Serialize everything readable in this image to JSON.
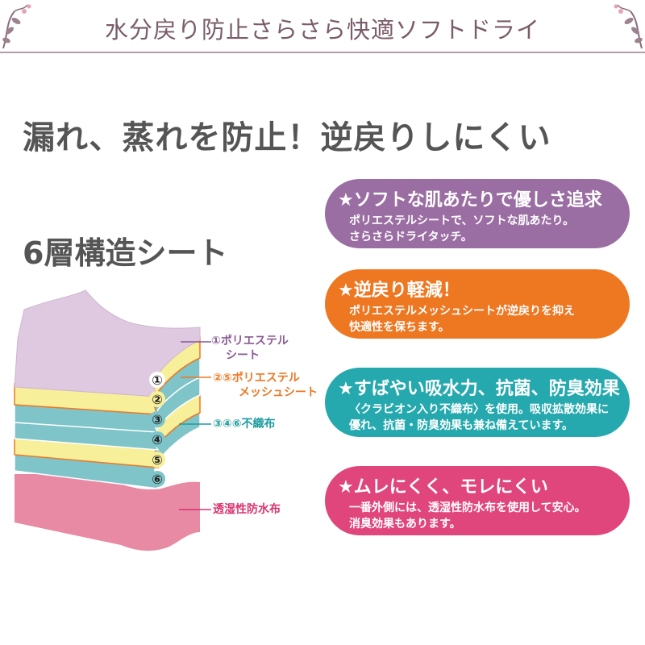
{
  "header": {
    "title": "水分戻り防止さらさら快適ソフトドライ"
  },
  "headline": "漏れ、蒸れを防止！逆戻りしにくい",
  "subheadline": "6層構造シート",
  "diagram": {
    "layer_numbers": [
      "①",
      "②",
      "③",
      "④",
      "⑤",
      "⑥"
    ],
    "labels": {
      "polyester_line1": "①ポリエステル",
      "polyester_line2": "シート",
      "mesh_line1": "②⑤ポリエステル",
      "mesh_line2": "メッシュシート",
      "nonwoven": "③④⑥不織布",
      "waterproof": "透湿性防水布"
    }
  },
  "features": [
    {
      "title": "★ソフトな肌あたりで優しさ追求",
      "desc": [
        "ポリエステルシートで、ソフトな肌あたり。",
        "さらさらドライタッチ。"
      ],
      "color": "#9b6ea3"
    },
    {
      "title": "★逆戻り軽減！",
      "desc": [
        "ポリエステルメッシュシートが逆戻りを抑え",
        "快適性を保ちます。"
      ],
      "color": "#ee7722"
    },
    {
      "title": "★すばやい吸水力、抗菌、防臭効果",
      "desc": [
        "〈クラビオン入り不織布〉を使用。吸収拡散効果に",
        "優れ、抗菌・防臭効果も兼ね備えています。"
      ],
      "color": "#26a9ae"
    },
    {
      "title": "★ムレにくく、モレにくい",
      "desc": [
        "一番外側には、透湿性防水布を使用して安心。",
        "消臭効果もあります。"
      ],
      "color": "#e0457c"
    }
  ],
  "colors": {
    "polyester": "#dfc9e0",
    "mesh": "#f7ef9a",
    "nonwoven": "#7ec4c9",
    "waterproof": "#e98aa5",
    "label_purple": "#8a5a96",
    "label_orange": "#ee7722",
    "label_teal": "#1f9ba0",
    "label_pink": "#d9336e"
  }
}
